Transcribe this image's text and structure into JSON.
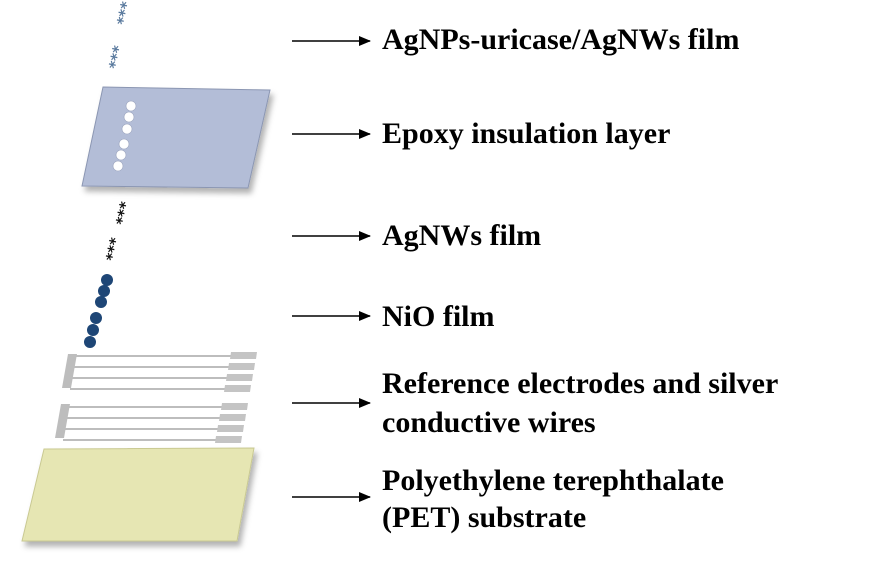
{
  "layers": [
    {
      "id": "agnps-uricase",
      "lines": [
        "AgNPs-uricase/AgNWs film"
      ]
    },
    {
      "id": "epoxy",
      "lines": [
        "Epoxy insulation layer"
      ]
    },
    {
      "id": "agnws",
      "lines": [
        "AgNWs film"
      ]
    },
    {
      "id": "nio",
      "lines": [
        "NiO film"
      ]
    },
    {
      "id": "reference",
      "lines": [
        "Reference electrodes and silver",
        "conductive wires"
      ]
    },
    {
      "id": "pet",
      "lines": [
        "Polyethylene terephthalate",
        "(PET) substrate"
      ]
    }
  ],
  "colors": {
    "uricase_stars": "#5a7a9e",
    "epoxy_fill": "#b3bdd7",
    "agnws_stars": "#111111",
    "nio_dots": "#1e4676",
    "electrode_gray": "#bdbdbd",
    "pet_fill": "#e6e6b3"
  }
}
